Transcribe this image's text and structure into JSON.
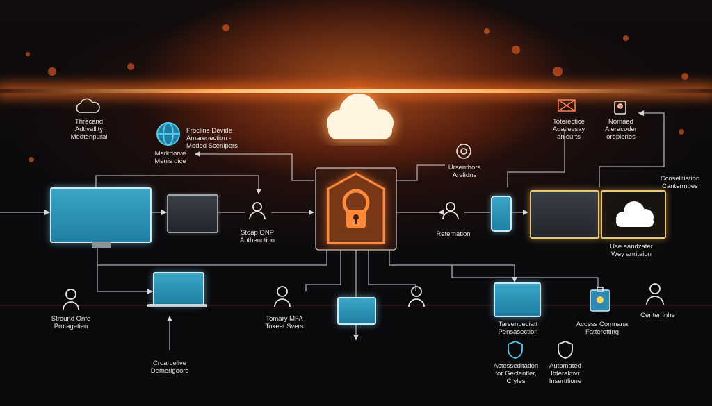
{
  "labels": {
    "threat_monitoring": [
      "Threcand",
      "Adtivallity",
      "Medtenpural"
    ],
    "device_auth": [
      "Frocline Devide",
      "Amarenection  -",
      "Moded Scenipers"
    ],
    "metrics": [
      "Merkdorve",
      "Menis dice"
    ],
    "step_auth": [
      "Stoap ONP",
      "Anthenction"
    ],
    "user_actions": [
      "Ursenthors",
      "Arelidns"
    ],
    "referral": [
      "Reternation"
    ],
    "tolerance": [
      "Toterectice",
      "Adatlevsay",
      "anleurts"
    ],
    "normal_devices": [
      "Nomaed",
      "Aleracoder",
      "orepleries"
    ],
    "centralized_pipelines": [
      "Ccoselitiation",
      "Cantermpes"
    ],
    "user_gateway": [
      "Use eandzater",
      "Wey anritaion"
    ],
    "stored_protection": [
      "Stround Onfe",
      "Protagetien"
    ],
    "temporary_mfa": [
      "Tomary MFA",
      "Tokeet Svers"
    ],
    "transfer": [
      "Tarsenpeciatt",
      "Pensasection"
    ],
    "access_control": [
      "Access Comnana",
      "Fatteretting"
    ],
    "center": [
      "Center Inhe"
    ],
    "proactive": [
      "Croarcelive",
      "Demerlgoors"
    ],
    "access_security": [
      "Actesseditation",
      "for Geclentler,",
      "Cryles"
    ],
    "automated": [
      "Automated",
      "Ibteraktivr",
      "Inserttlione"
    ]
  },
  "colors": {
    "accent_orange": "#ff7a2a",
    "glow_white": "#fff3c8",
    "screen_cyan": "#3aa6c8",
    "line_gray": "#c8c8cc"
  },
  "icons": [
    "cloud-icon",
    "lock-icon",
    "globe-icon",
    "user-icon",
    "phone-icon",
    "monitor-icon",
    "laptop-icon",
    "shield-icon",
    "badge-icon"
  ]
}
